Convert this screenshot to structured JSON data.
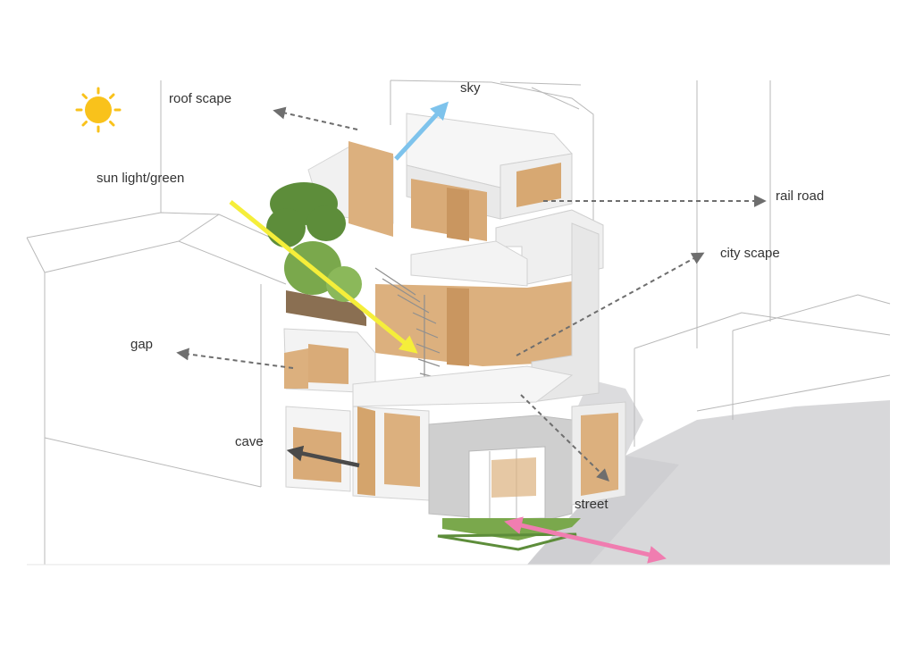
{
  "diagram": {
    "labels": {
      "sky": "sky",
      "roof_scape": "roof scape",
      "sun_light_green": "sun light/green",
      "rail_road": "rail road",
      "city_scape": "city scape",
      "gap": "gap",
      "cave": "cave",
      "street": "street"
    },
    "icons": {
      "sun": "sun-icon"
    },
    "colors": {
      "sky_arrow": "#7ec3ec",
      "sun_arrow": "#f5ee3a",
      "street_arrow": "#f07db0",
      "cave_arrow": "#4a4a4a",
      "dashed_arrow": "#6e6e6e",
      "sun": "#f9c21b",
      "wood": "#dcb07e",
      "wall": "#ececec",
      "street_surface": "#d6d6d8",
      "greenery": "#5d8d3a"
    }
  }
}
